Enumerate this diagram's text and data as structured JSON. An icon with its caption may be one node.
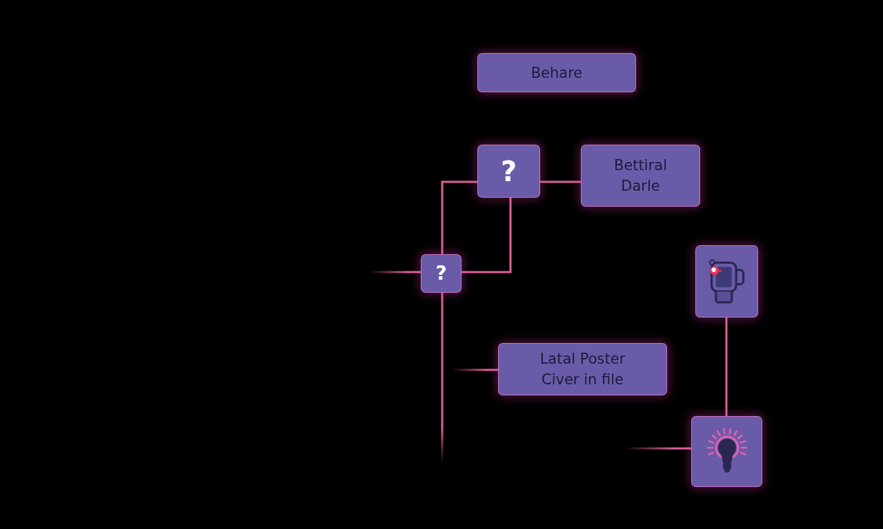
{
  "diagram": {
    "nodes": [
      {
        "text": [
          "Behare"
        ]
      },
      {
        "text": [
          "?"
        ]
      },
      {
        "text": [
          "Bettiral Darle"
        ]
      },
      {
        "text": [
          "?"
        ]
      },
      {
        "text": [],
        "shape": "box"
      },
      {
        "text": [
          "Latal Poster Civer in file"
        ]
      },
      {
        "text": [],
        "shape": "box"
      }
    ],
    "edges": [
      {
        "from": 1,
        "to": 2,
        "arrow": "none"
      },
      {
        "from": 1,
        "to": 3,
        "arrow": "none"
      },
      {
        "from": 1,
        "to": 3,
        "arrow": "none"
      },
      {
        "from": null,
        "to": 3,
        "arrow": "none"
      },
      {
        "from": 3,
        "to": null,
        "arrow": "none"
      },
      {
        "from": null,
        "to": 5,
        "arrow": "none"
      },
      {
        "from": 4,
        "to": 6,
        "arrow": "none"
      },
      {
        "from": null,
        "to": 6,
        "arrow": "none"
      }
    ]
  }
}
